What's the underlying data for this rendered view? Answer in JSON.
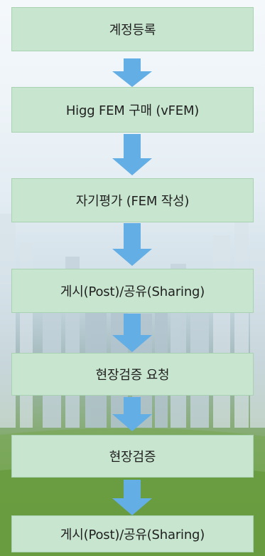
{
  "steps": [
    {
      "label": "계정등록"
    },
    {
      "label": "Higg FEM 구매 (vFEM)"
    },
    {
      "label": "자기평가 (FEM 작성)"
    },
    {
      "label": "게시(Post)/공유(Sharing)"
    },
    {
      "label": "현장검증 요청"
    },
    {
      "label": "현장검증"
    },
    {
      "label": "게시(Post)/공유(Sharing)"
    }
  ],
  "colors": {
    "step_fill": "#c8e6cf",
    "arrow": "#64aee6"
  }
}
